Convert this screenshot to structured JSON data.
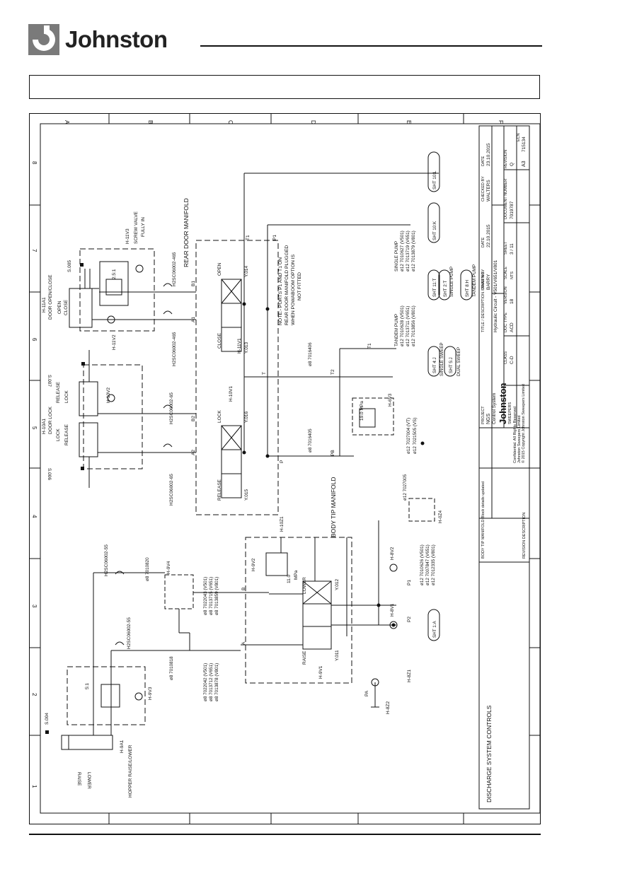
{
  "header": {
    "brand": "Johnston"
  },
  "border": {
    "cols": [
      "A",
      "B",
      "C",
      "D",
      "E",
      "F"
    ],
    "rows": [
      "1",
      "2",
      "3",
      "4",
      "5",
      "6",
      "7",
      "8"
    ]
  },
  "diagram": {
    "sections": {
      "rear_door_manifold": "REAR DOOR MANIFOLD",
      "body_tip_manifold": "BODY TIP MANIFOLD",
      "discharge": "DISCHARGE SYSTEM CONTROLS"
    },
    "door_cylinder": {
      "id": "H-11A1",
      "label": "DOOR OPEN/CLOSE",
      "open": "OPEN",
      "close": "CLOSE",
      "sensor": "S.005"
    },
    "door_lock_cylinder": {
      "id": "H-10A1",
      "label": "DOOR LOCK",
      "lock": "LOCK",
      "release": "RELEASE",
      "sensor_top": "S.007",
      "sensor_bottom": "S.006"
    },
    "hopper": {
      "id": "H-9A1",
      "label": "HOPPER RAISE/LOWER",
      "raise": "RAISE",
      "lower": "LOWER",
      "sensor": "S.004",
      "valve": "H-9V3",
      "ratio": "5:1"
    },
    "counterbalance": {
      "id": "H-11V3",
      "note1": "SCREW VALVE",
      "note2": "FULLY IN",
      "ratio": "2.5:1",
      "check": "H-11V2"
    },
    "lock_check": "H-10V2",
    "hoses": {
      "h1": "H2SC06002-465",
      "h2": "H2SC06002-465",
      "h3": "H2SC06002-65",
      "h4": "H2SC06002-65",
      "h5": "H2SC06002-55",
      "h6": "H2SC06002-55"
    },
    "ports": {
      "b1": "B1",
      "a1": "A1",
      "b2": "B2",
      "a2": "A2",
      "t": "T",
      "p": "P",
      "t1": "T1",
      "p1": "P1",
      "t2": "T2",
      "pb": "PB",
      "pa": "PA",
      "p2": "P2",
      "a": "A",
      "b": "B"
    },
    "valves": {
      "v11": {
        "id": "H-11V1",
        "y_open": "Y.014",
        "y_close": "Y.013",
        "open": "OPEN",
        "close": "CLOSE"
      },
      "v10": {
        "id": "H-10V1",
        "y_lock": "Y.016",
        "y_release": "Y.015",
        "lock": "LOCK",
        "release": "RELEASE"
      },
      "v9": {
        "id": "H-9V1",
        "y_lower": "Y.012",
        "y_raise": "Y.011",
        "lower": "LOWER",
        "raise": "RAISE"
      },
      "relief9": {
        "id": "H-9V2",
        "pressure": "11.0",
        "unit": "MPa"
      },
      "relief6": {
        "id": "H-6V3",
        "pressure": "19.0 MPa"
      },
      "check94": "H-9V4",
      "h8v1": "H-8V1",
      "h8v2": "H-8V2",
      "h8z1": "H-8Z1",
      "h8z2": "H-8Z2",
      "h10z1": "H-10Z1",
      "h0z4": "H-0Z4"
    },
    "note": {
      "l1": "NOTE:- PORTS P1 AND T1 ON",
      "l2": "REAR DOOR MANIFOLD PLUGGED",
      "l3": "WHEN POWABOOM OPTION IS",
      "l4": "NOT FITTED"
    },
    "pipes": {
      "p7016406": "ø8  7016406",
      "p7016405": "ø8  7016405",
      "p7010820": "ø8  7010820",
      "p7010818": "ø8  7010818",
      "p7027005": "ø12  7027005",
      "list_a": [
        "ø8  7022043  (V501)",
        "ø8  7013715  (V651)",
        "ø8  7013859  (V801)"
      ],
      "list_b": [
        "ø8  7022042  (V501)",
        "ø8  7013712  (V651)",
        "ø8  7013878  (V801)"
      ],
      "list_c": [
        "ø12  7010626  (V501)",
        "ø12  7007847  (V651)",
        "ø12  7012335  (V801)"
      ],
      "list_d": [
        "ø12  7027004  (VT)",
        "ø12  7021505  (VS)"
      ],
      "list_e": [
        "ø12  7010628  (V501)",
        "ø12  7013711  (V651)",
        "ø12  7013856  (V801)"
      ],
      "list_f": [
        "ø12  7010627  (V501)",
        "ø12  7013719  (V651)",
        "ø12  7013879  (V801)"
      ],
      "tandem": "TANDEM  PUMP",
      "single": "SINGLE  PUMP"
    },
    "sheets": {
      "s1a": "SHT 1:A",
      "s11t": "SHT 11:T",
      "s21t": "SHT 2:T",
      "s8h": "SHT 8:H",
      "s4j": "SHT 4:J",
      "s5j": "SHT 5:J",
      "s10k": "SHT 10:K",
      "s10l": "SHT 10:L",
      "s11t_note": "SINGLE PUMP",
      "s21t_note": "SINGLE PUMP",
      "s8h_note": "TANDEM PUMP",
      "s4j_note": "SINGLE SWEEP",
      "s5j_note": "DUAL SWEEP"
    }
  },
  "title_block": {
    "revision_note": "BODY TIP MANIFOLD Block details updated",
    "revision_label": "REVISION DESCRIPTION",
    "company": "Johnston",
    "company_sub": "SWEEPERS",
    "copyright": [
      "Confidential. All Rights Reserved",
      "Johnston Sweepers Limited",
      "© 2015 Copyright Johnston Sweepers Limited"
    ],
    "project_label": "PROJECT",
    "project": "NGS",
    "system": "Control System",
    "title_label": "TITLE / DESCRIPTION / PART NO.",
    "title": "Hydraulic Circuit - V501/V651/V801",
    "drawn_label": "DRAWN BY",
    "drawn": "BARRY",
    "date1_label": "DATE",
    "date1": "22.10.2015",
    "checked_label": "CHECKED BY",
    "checked": "WALTERS",
    "date2_label": "DATE",
    "date2": "23.10.2015",
    "doc_label": "DOCUMENT NUMBER",
    "doc": "7019787",
    "rev_label": "REVISION",
    "rev": "Q",
    "ecn_label": "ECN",
    "ecn": "715134",
    "size": "A3",
    "sheet_label": "SHEET",
    "sheet": "3 / 11",
    "scale_label": "SCALE",
    "scale": "NTS",
    "version_label": "VERSION",
    "version": "18",
    "doc_type_label": "DOC TYPE",
    "doc_type": "ACD",
    "class_label": "CLASS",
    "class": "C-D"
  }
}
